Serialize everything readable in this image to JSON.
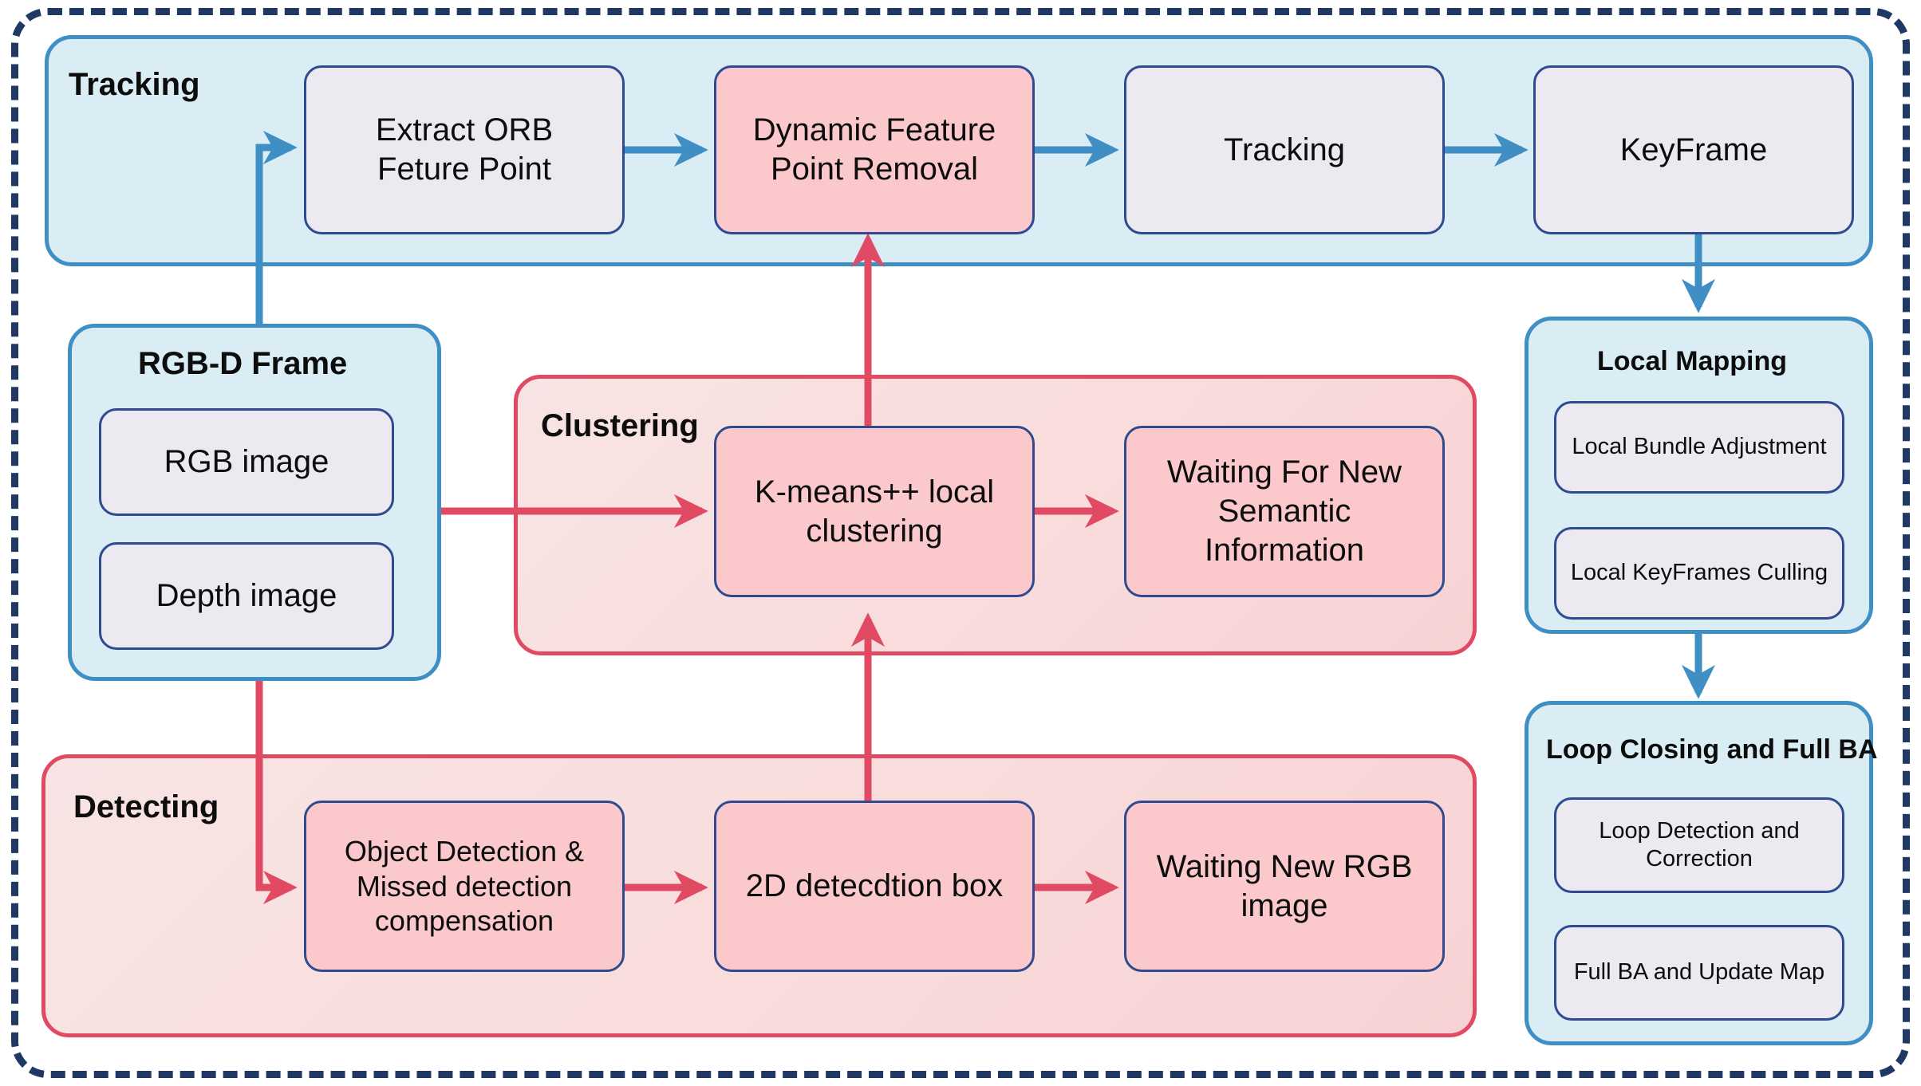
{
  "diagram": {
    "title": "Dynamic RGB-D SLAM system pipeline",
    "colors": {
      "frame_border": "#1f3864",
      "panel_blue_bg": "#daecf4",
      "panel_blue_border": "#3f8fc4",
      "panel_red_bg": "#f8e0e1",
      "panel_red_border": "#e04a63",
      "box_grey_bg": "#ece9f0",
      "box_pink_bg": "#fbc9cc",
      "box_border": "#2f4b8f",
      "arrow_blue": "#3f8fc4",
      "arrow_red": "#e04a63"
    }
  },
  "panels": {
    "tracking": {
      "title": "Tracking",
      "boxes": [
        {
          "label": "Extract ORB\nFeture Point",
          "fill": "grey"
        },
        {
          "label": "Dynamic Feature\nPoint Removal",
          "fill": "pink"
        },
        {
          "label": "Tracking",
          "fill": "grey"
        },
        {
          "label": "KeyFrame",
          "fill": "grey"
        }
      ]
    },
    "rgbd_frame": {
      "title": "RGB-D Frame",
      "boxes": [
        {
          "label": "RGB image",
          "fill": "grey"
        },
        {
          "label": "Depth image",
          "fill": "grey"
        }
      ]
    },
    "clustering": {
      "title": "Clustering",
      "boxes": [
        {
          "label": "K-means++ local\nclustering",
          "fill": "pink"
        },
        {
          "label": "Waiting For New\nSemantic\nInformation",
          "fill": "pink"
        }
      ]
    },
    "detecting": {
      "title": "Detecting",
      "boxes": [
        {
          "label": "Object Detection &\nMissed detection\ncompensation",
          "fill": "pink"
        },
        {
          "label": "2D detecdtion box",
          "fill": "pink"
        },
        {
          "label": "Waiting New RGB\nimage",
          "fill": "pink"
        }
      ]
    },
    "local_mapping": {
      "title": "Local Mapping",
      "boxes": [
        {
          "label": "Local Bundle Adjustment",
          "fill": "grey"
        },
        {
          "label": "Local KeyFrames Culling",
          "fill": "grey"
        }
      ]
    },
    "loop_closing": {
      "title": "Loop Closing and Full BA",
      "boxes": [
        {
          "label": "Loop Detection and\nCorrection",
          "fill": "grey"
        },
        {
          "label": "Full BA and Update Map",
          "fill": "grey"
        }
      ]
    }
  },
  "connections": [
    {
      "from": "RGB-D Frame",
      "to": "Extract ORB Feture Point",
      "color": "blue"
    },
    {
      "from": "Extract ORB Feture Point",
      "to": "Dynamic Feature Point Removal",
      "color": "blue"
    },
    {
      "from": "Dynamic Feature Point Removal",
      "to": "Tracking",
      "color": "blue"
    },
    {
      "from": "Tracking",
      "to": "KeyFrame",
      "color": "blue"
    },
    {
      "from": "KeyFrame",
      "to": "Local Mapping",
      "color": "blue"
    },
    {
      "from": "Local Mapping",
      "to": "Loop Closing and Full BA",
      "color": "blue"
    },
    {
      "from": "RGB-D Frame",
      "to": "K-means++ local clustering",
      "color": "red"
    },
    {
      "from": "K-means++ local clustering",
      "to": "Waiting For New Semantic Information",
      "color": "red"
    },
    {
      "from": "K-means++ local clustering",
      "to": "Dynamic Feature Point Removal",
      "color": "red"
    },
    {
      "from": "RGB-D Frame",
      "to": "Object Detection & Missed detection compensation",
      "color": "red"
    },
    {
      "from": "Object Detection & Missed detection compensation",
      "to": "2D detecdtion box",
      "color": "red"
    },
    {
      "from": "2D detecdtion box",
      "to": "Waiting New RGB image",
      "color": "red"
    },
    {
      "from": "2D detecdtion box",
      "to": "K-means++ local clustering",
      "color": "red"
    }
  ]
}
